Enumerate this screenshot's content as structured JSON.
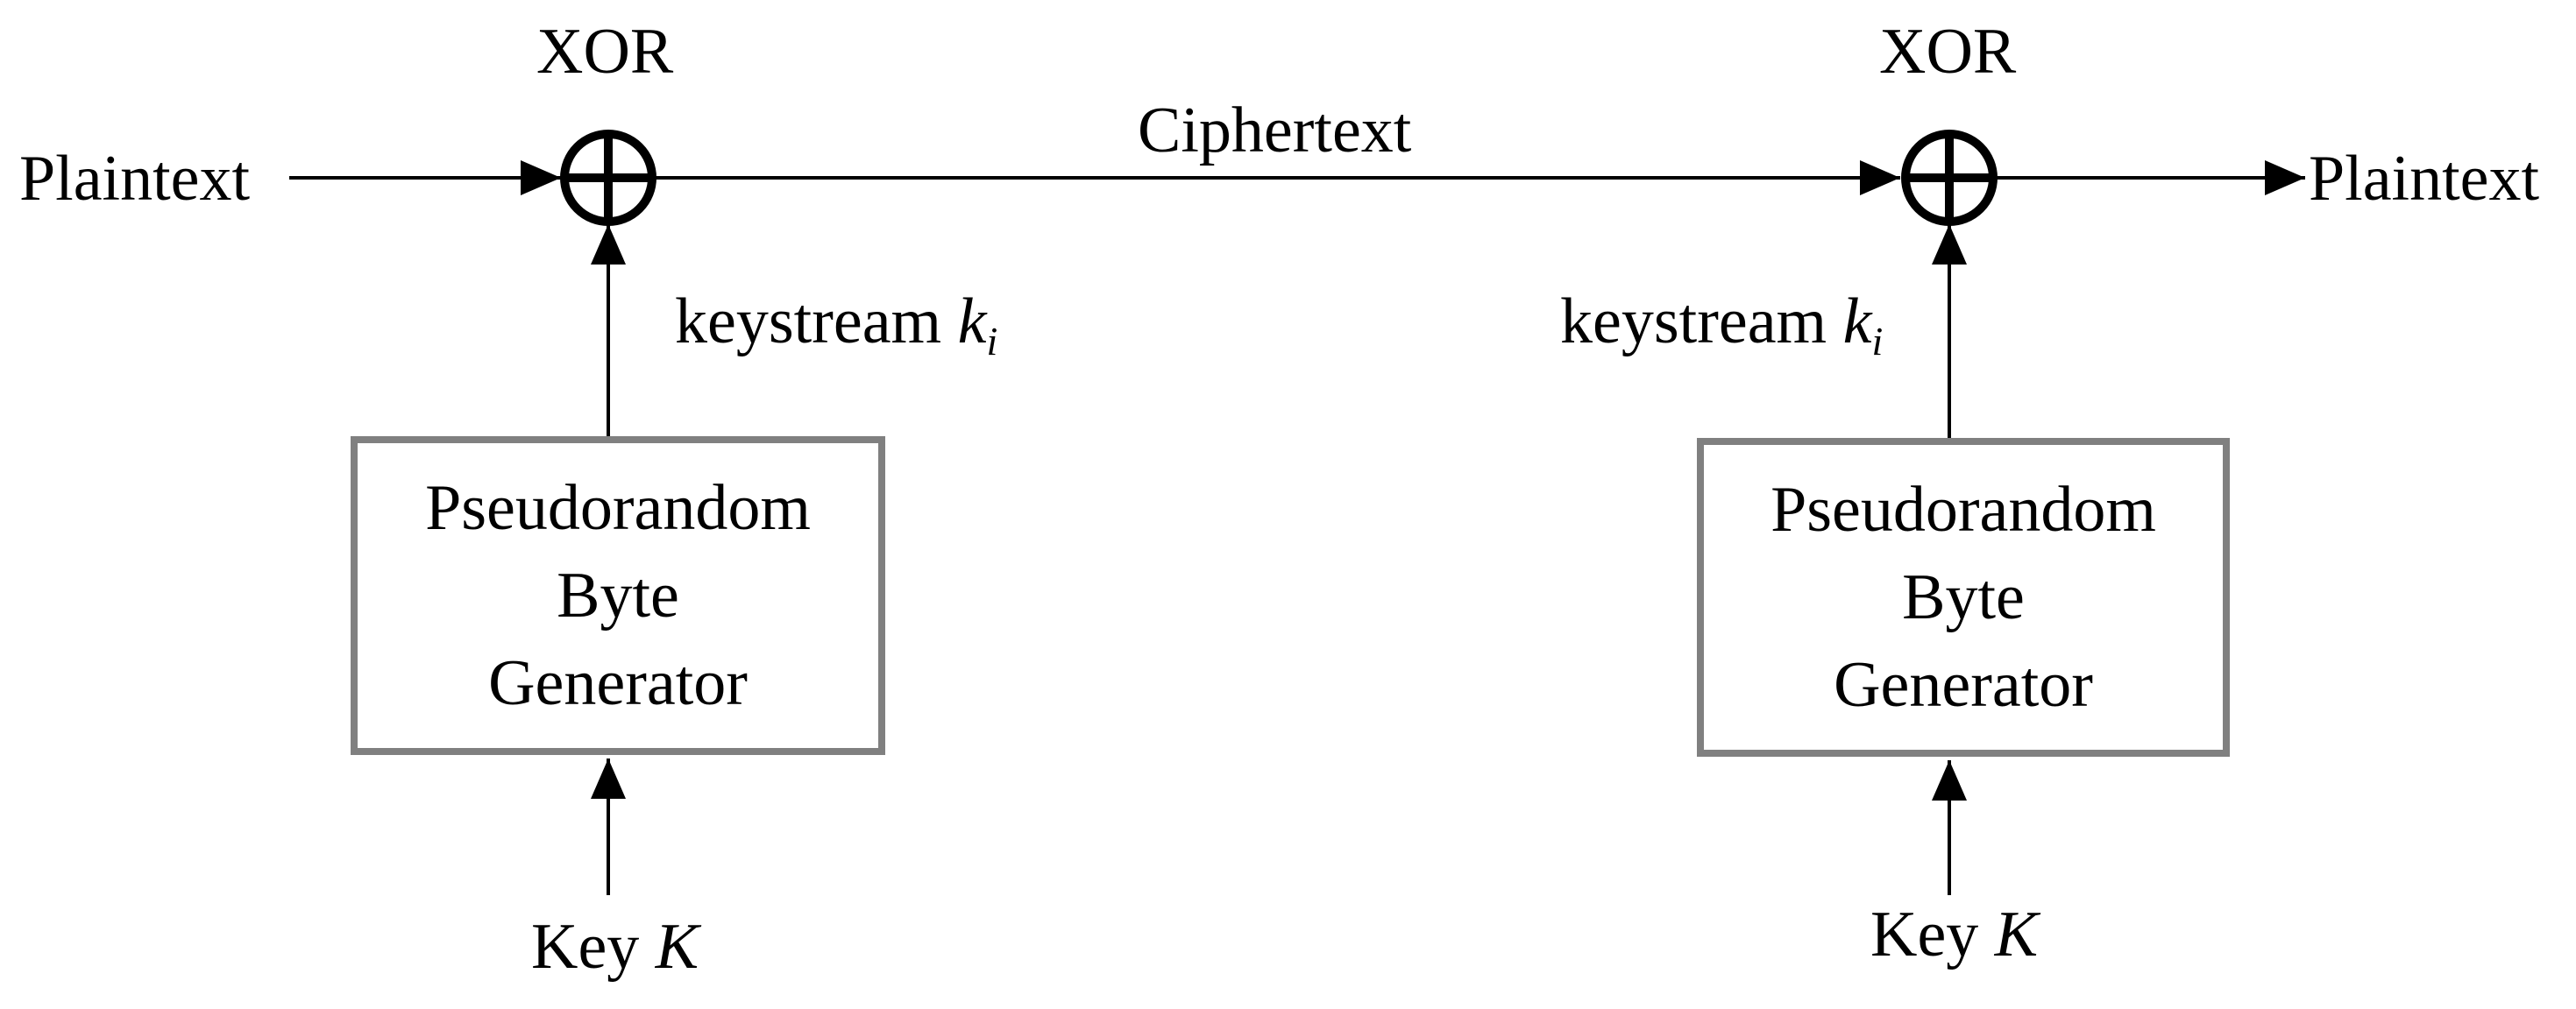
{
  "sender": {
    "input_label": "Plaintext",
    "xor_label": "XOR",
    "keystream_label": "keystream",
    "keystream_var": "k",
    "keystream_sub": "i",
    "generator_lines": [
      "Pseudorandom",
      "Byte",
      "Generator"
    ],
    "key_label": "Key",
    "key_var": "K"
  },
  "channel": {
    "label": "Ciphertext"
  },
  "receiver": {
    "output_label": "Plaintext",
    "xor_label": "XOR",
    "keystream_label": "keystream",
    "keystream_var": "k",
    "keystream_sub": "i",
    "generator_lines": [
      "Pseudorandom",
      "Byte",
      "Generator"
    ],
    "key_label": "Key",
    "key_var": "K"
  },
  "colors": {
    "line": "#000000",
    "box_border": "#808080"
  }
}
